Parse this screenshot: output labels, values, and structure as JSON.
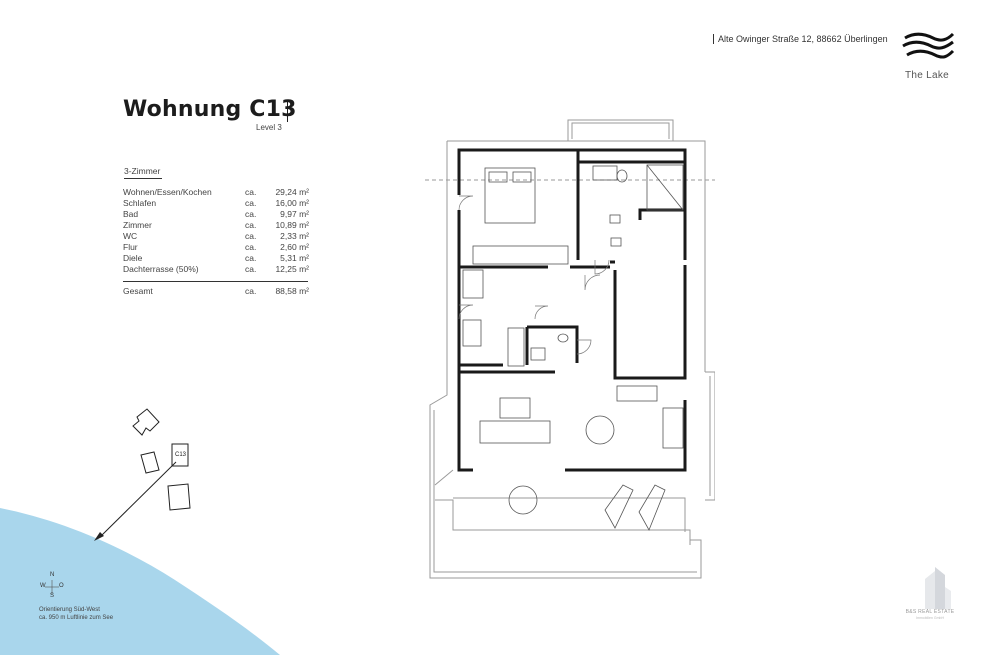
{
  "header": {
    "address": "Alte Owinger Straße 12, 88662 Überlingen",
    "brand": "The Lake"
  },
  "apartment": {
    "title": "Wohnung C13",
    "level": "Level 3",
    "room_type": "3-Zimmer",
    "areas": [
      {
        "room": "Wohnen/Essen/Kochen",
        "ca": "ca.",
        "size": "29,24 m²"
      },
      {
        "room": "Schlafen",
        "ca": "ca.",
        "size": "16,00 m²"
      },
      {
        "room": "Bad",
        "ca": "ca.",
        "size": "9,97 m²"
      },
      {
        "room": "Zimmer",
        "ca": "ca.",
        "size": "10,89 m²"
      },
      {
        "room": "WC",
        "ca": "ca.",
        "size": "2,33 m²"
      },
      {
        "room": "Flur",
        "ca": "ca.",
        "size": "2,60 m²"
      },
      {
        "room": "Diele",
        "ca": "ca.",
        "size": "5,31 m²"
      },
      {
        "room": "Dachterrasse (50%)",
        "ca": "ca.",
        "size": "12,25 m²"
      }
    ],
    "total": {
      "label": "Gesamt",
      "ca": "ca.",
      "size": "88,58 m²"
    }
  },
  "site_map": {
    "unit_label": "C13",
    "compass": {
      "n": "N",
      "s": "S",
      "w": "W",
      "o": "O"
    },
    "orientation_line1": "Orientierung Süd-West",
    "orientation_line2": "ca. 950 m Luftlinie zum See"
  },
  "footer_logo": {
    "name": "B&S REAL ESTATE",
    "sub": "Immobilien GmbH"
  },
  "colors": {
    "lake": "#a9d6ec",
    "wall": "#1a1a1a",
    "line": "#8a8a8a"
  }
}
